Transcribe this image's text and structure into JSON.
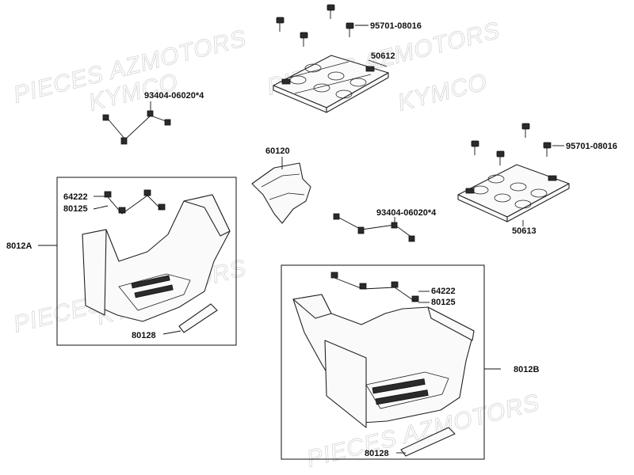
{
  "watermark": {
    "line1": "PIECES AZMOTORS",
    "line2": "KYMCO"
  },
  "labels": {
    "screw_top": "95701-08016",
    "rack_top": "50612",
    "clip_left": "93404-06020*4",
    "bracket": "60120",
    "screw_right": "95701-08016",
    "clip_right": "93404-06020*4",
    "rack_right": "50613",
    "nut_left": "64222",
    "washer_left": "80125",
    "assembly_left": "8012A",
    "mat_left": "80128",
    "nut_right": "64222",
    "washer_right": "80125",
    "assembly_right": "8012B",
    "mat_right": "80128"
  }
}
